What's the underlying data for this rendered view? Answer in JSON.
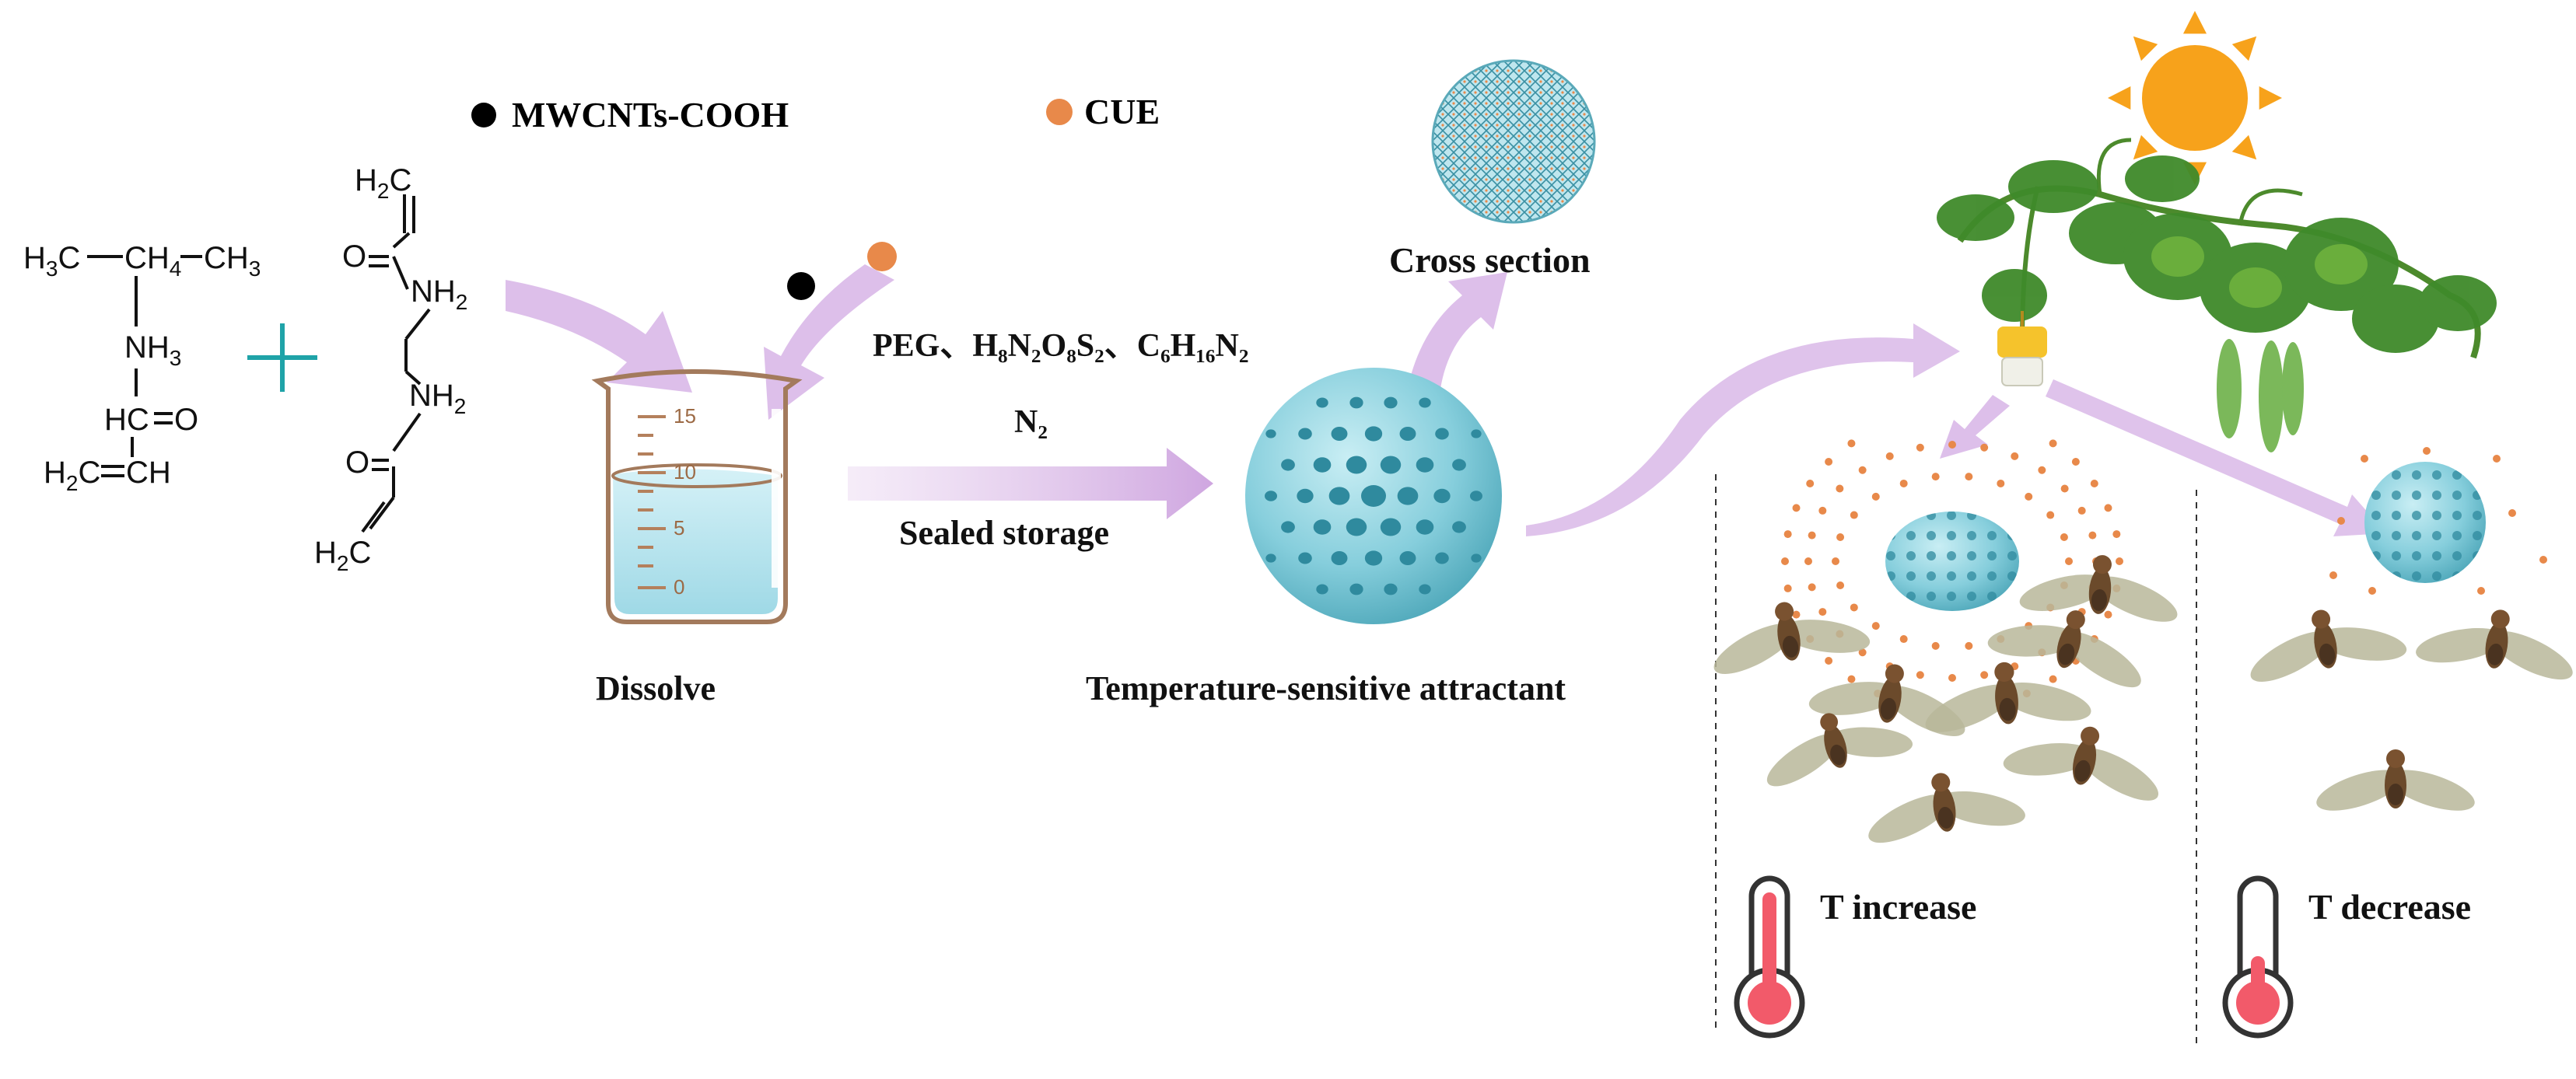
{
  "legend": {
    "mwcnts_label": "MWCNTs-COOH",
    "cue_label": "CUE"
  },
  "monomer1": {
    "row1_left": "H",
    "row1_left_sub": "3",
    "row1_left_c": "C",
    "row1_mid": "CH",
    "row1_mid_sub": "4",
    "row1_right": "CH",
    "row1_right_sub": "3",
    "nh": "NH",
    "nh_sub": "3",
    "hc": "HC",
    "o": "O",
    "h2c": "H",
    "h2c_sub": "2",
    "h2c_c": "C",
    "ch": "CH"
  },
  "plus_sign": "+",
  "crosslinker": {
    "h2c_top": "H",
    "h2c_top_sub": "2",
    "h2c_top_c": "C",
    "o_top": "O",
    "nh2_top": "NH",
    "nh2_top_sub": "2",
    "nh2_bottom": "NH",
    "nh2_bottom_sub": "2",
    "o_bottom": "O",
    "h2c_bottom": "H",
    "h2c_bottom_sub": "2",
    "h2c_bottom_c": "C"
  },
  "beaker": {
    "marks": [
      "15",
      "10",
      "5",
      "0"
    ],
    "label": "Dissolve"
  },
  "reaction": {
    "reagents": "PEG、H₈N₂O₈S₂、C₆H₁₆N₂",
    "atmosphere": "N₂",
    "condition": "Sealed storage"
  },
  "sphere": {
    "label": "Temperature-sensitive attractant",
    "cross_section_label": "Cross section"
  },
  "conditions": {
    "increase_label": "T increase",
    "decrease_label": "T decrease"
  },
  "colors": {
    "arrow": "#d9b8e8",
    "sphere": "#7cc7d6",
    "sphere_dot": "#2f8a9e",
    "cue_dot": "#e8894a",
    "sun": "#f7a21b",
    "plus": "#1fa3a8",
    "thermo": "#f25a6a"
  }
}
